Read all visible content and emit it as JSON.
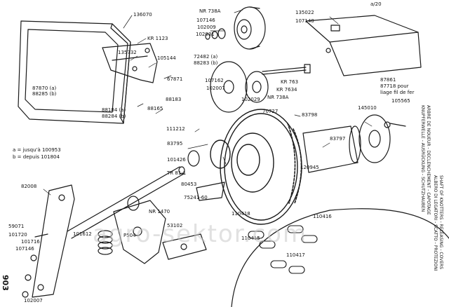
{
  "drawing": {
    "parts": {
      "p136070": "136070",
      "p135022": "135022",
      "p107140": "107140",
      "p_nr738a_top": "NR 738A",
      "p107146": "107146",
      "p102009": "102009",
      "p102031": "102031",
      "p_kr1123": "KR 1123",
      "p135732": "135732",
      "p105144": "105144",
      "p72482": "72482 (a)",
      "p88283": "88283 (b)",
      "p67871": "67871",
      "p107162": "107162",
      "p102007": "102007",
      "p102029": "102029",
      "p_kr763": "KR 763",
      "p_kr7634": "KR 7634",
      "p_nr738a_mid": "NR 738A",
      "p87870": "87870 (a)",
      "p88285": "88285 (b)",
      "p88183": "88183",
      "p88165": "88165",
      "p88184": "88184 (a)",
      "p88284": "88284 (b)",
      "p70727": "70727",
      "p83798": "83798",
      "p145010": "145010",
      "p105565": "105565",
      "p87861": "87861",
      "p87718": "87718 pour",
      "p87718b": "liage fil de fer",
      "p111212": "111212",
      "p83795": "83795",
      "p83797": "83797",
      "p101426": "101426",
      "p_tr811": "TR 81-1",
      "p120945": "120945",
      "p82008": "82008",
      "p80453": "80453",
      "p75241": "75241-60",
      "p_nr1470": "NR 1470",
      "p53102": "53102",
      "p_p504": "P504",
      "p101612": "101612",
      "p59071": "59071",
      "p101720": "101720",
      "p101716": "101716",
      "p107146b": "107146",
      "p102007b": "102007",
      "p110418": "110418",
      "p110416": "110416",
      "p110415": "110415",
      "p110417": "110417",
      "top_ref": "a/20"
    },
    "legend": {
      "line_a": "a = jusqu'à 100953",
      "line_b": "b = depuis 101804"
    },
    "side_text": {
      "col1": "ARBRE DE NOUEUR - DECLENCHEMENT - CAPOTAGE",
      "col2": "KNUPFERWELLE - AUSRÜCKUNG - SCHUTZHAUBEN",
      "col3": "SHAFT OF KNOTTERS - RELEASING - COVERS",
      "col4": "ALBERO DI LEGATORI - SCATTO - PROTEZIONI"
    },
    "page_number": "903",
    "watermark": "agro-sektor.com"
  }
}
